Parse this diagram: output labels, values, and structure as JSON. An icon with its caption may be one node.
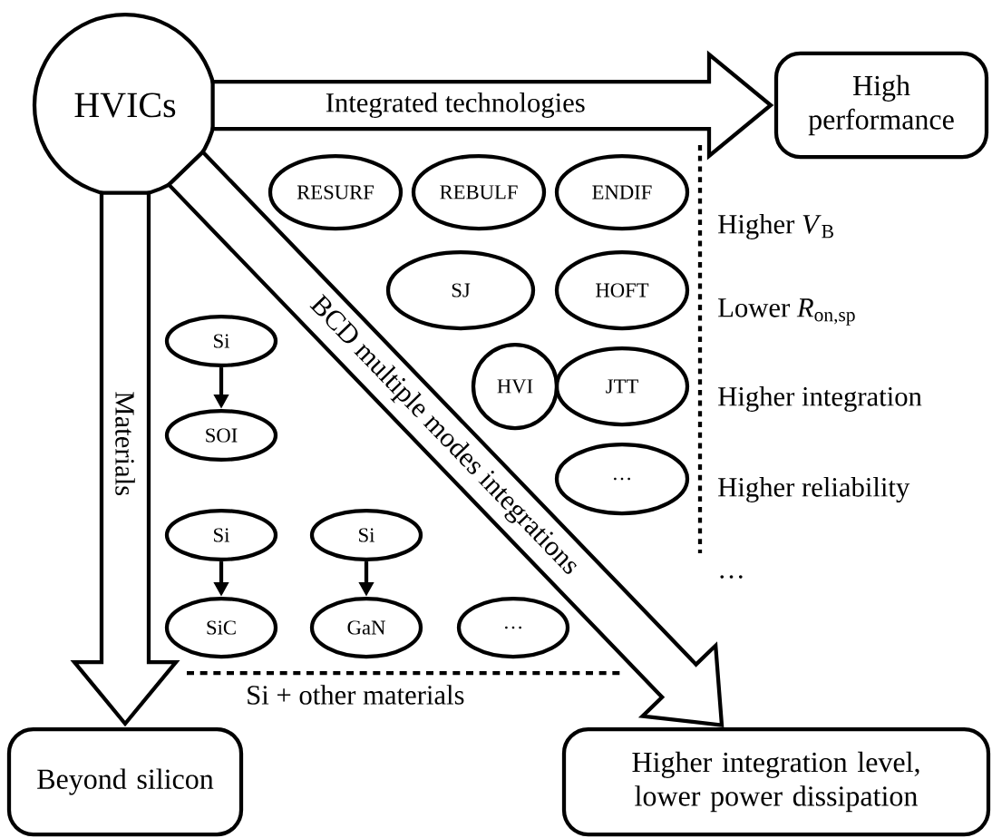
{
  "diagram": {
    "nodes": [
      {
        "text": [
          "HVICs"
        ]
      },
      {
        "text": [
          "High performance"
        ]
      },
      {
        "text": [
          "Beyond silicon"
        ]
      },
      {
        "text": [
          "Higher integration level, lower power dissipation"
        ]
      },
      {
        "text": [
          "RESURF"
        ]
      },
      {
        "text": [
          "REBULF"
        ]
      },
      {
        "text": [
          "ENDIF"
        ]
      },
      {
        "text": [
          "SJ"
        ]
      },
      {
        "text": [
          "HOFT"
        ]
      },
      {
        "text": [
          "HVI"
        ]
      },
      {
        "text": [
          "JTT"
        ]
      },
      {
        "text": [
          "…"
        ]
      },
      {
        "text": [
          "Si"
        ]
      },
      {
        "text": [
          "SOI"
        ]
      },
      {
        "text": [
          "Si"
        ]
      },
      {
        "text": [
          "Si"
        ]
      },
      {
        "text": [
          "SiC"
        ]
      },
      {
        "text": [
          "GaN"
        ]
      },
      {
        "text": [
          "…"
        ]
      }
    ],
    "edges": [
      {
        "from": 0,
        "to": 1,
        "arrow": "to",
        "style": "thick",
        "label": "Integrated technologies"
      },
      {
        "from": 0,
        "to": 2,
        "arrow": "to",
        "style": "thick",
        "label": "Materials"
      },
      {
        "from": 0,
        "to": 3,
        "arrow": "to",
        "style": "thick",
        "label": "BCD multiple modes integrations"
      },
      {
        "from": 12,
        "to": 13,
        "arrow": "to"
      },
      {
        "from": 14,
        "to": 16,
        "arrow": "to"
      },
      {
        "from": 15,
        "to": 17,
        "arrow": "to"
      }
    ],
    "labels": [
      "Higher *V*$_{B}$",
      "Lower *R*$_{on,sp}$",
      "Higher integration",
      "Higher reliability",
      "…",
      "Si + other materials"
    ]
  }
}
